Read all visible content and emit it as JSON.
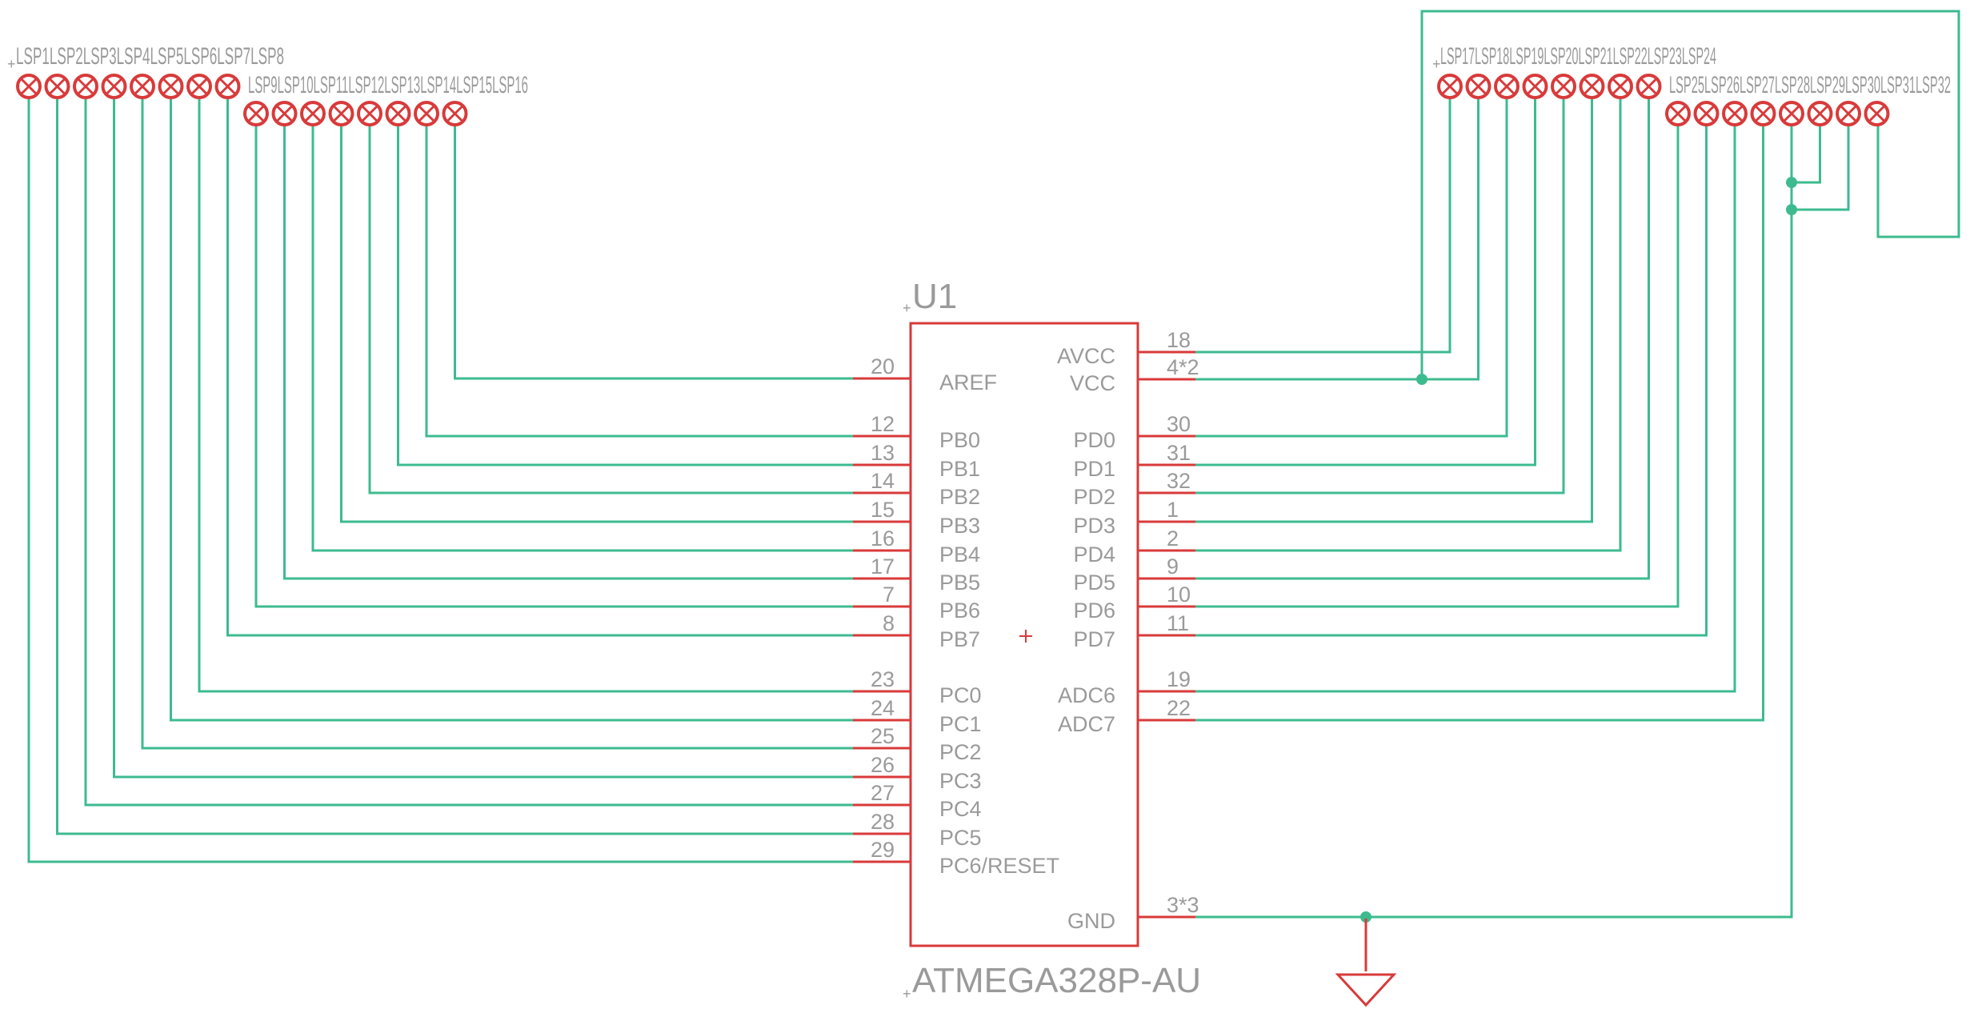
{
  "component": {
    "name": "U1",
    "value": "ATMEGA328P-AU",
    "left_pins": [
      {
        "name": "AREF",
        "num": "20"
      },
      {
        "name": "PB0",
        "num": "12"
      },
      {
        "name": "PB1",
        "num": "13"
      },
      {
        "name": "PB2",
        "num": "14"
      },
      {
        "name": "PB3",
        "num": "15"
      },
      {
        "name": "PB4",
        "num": "16"
      },
      {
        "name": "PB5",
        "num": "17"
      },
      {
        "name": "PB6",
        "num": "7"
      },
      {
        "name": "PB7",
        "num": "8"
      },
      {
        "name": "PC0",
        "num": "23"
      },
      {
        "name": "PC1",
        "num": "24"
      },
      {
        "name": "PC2",
        "num": "25"
      },
      {
        "name": "PC3",
        "num": "26"
      },
      {
        "name": "PC4",
        "num": "27"
      },
      {
        "name": "PC5",
        "num": "28"
      },
      {
        "name": "PC6/RESET",
        "num": "29"
      }
    ],
    "right_pins": [
      {
        "name": "AVCC",
        "num": "18"
      },
      {
        "name": "VCC",
        "num": "4*2"
      },
      {
        "name": "PD0",
        "num": "30"
      },
      {
        "name": "PD1",
        "num": "31"
      },
      {
        "name": "PD2",
        "num": "32"
      },
      {
        "name": "PD3",
        "num": "1"
      },
      {
        "name": "PD4",
        "num": "2"
      },
      {
        "name": "PD5",
        "num": "9"
      },
      {
        "name": "PD6",
        "num": "10"
      },
      {
        "name": "PD7",
        "num": "11"
      },
      {
        "name": "ADC6",
        "num": "19"
      },
      {
        "name": "ADC7",
        "num": "22"
      },
      {
        "name": "GND",
        "num": "3*3"
      }
    ]
  },
  "pad_groups": [
    {
      "label": "LSP1..LSP8",
      "last_label": "LSP8",
      "count": 8
    },
    {
      "label": "LSP9..LSP16",
      "last_label": "LSP16",
      "count": 8
    },
    {
      "label": "LSP17..LSP24",
      "last_label": "LSP24",
      "count": 8
    },
    {
      "label": "LSP25..LSP32",
      "last_label": "LSP32",
      "count": 8
    }
  ],
  "labels": {
    "group1_text": "LSP1LSP2LSP3LSP4LSP5LSP6LSP7LSP8",
    "group2_text": "LSP9LSP10LSP11LSP12LSP13LSP14LSP15LSP16",
    "group3_text": "LSP17LSP18LSP19LSP20LSP21LSP22LSP23LSP24",
    "group4_text": "LSP25LSP26LSP27LSP28LSP29LSP30LSP31LSP32"
  },
  "colors": {
    "symbol": "#d93a3a",
    "wire": "#3dbb8f",
    "text": "#9a9a9a"
  },
  "symbols": {
    "ground": "ground-symbol"
  }
}
